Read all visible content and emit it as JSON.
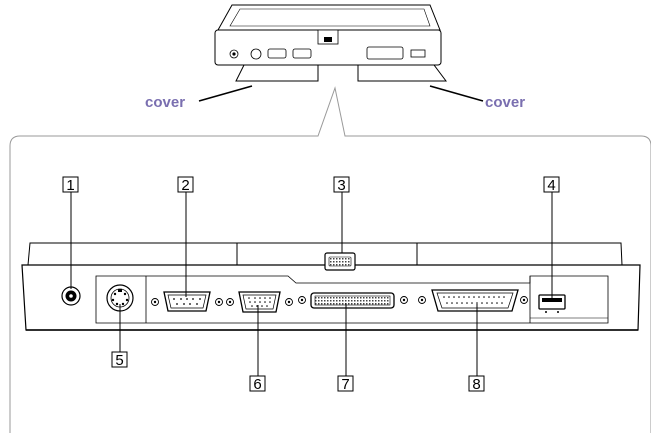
{
  "labels": {
    "cover_left": "cover",
    "cover_right": "cover"
  },
  "callouts": [
    "1",
    "2",
    "3",
    "4",
    "5",
    "6",
    "7",
    "8"
  ],
  "colors": {
    "cover_text": "#7a6fb0",
    "frame": "#9a9a9a",
    "line": "#000000"
  }
}
